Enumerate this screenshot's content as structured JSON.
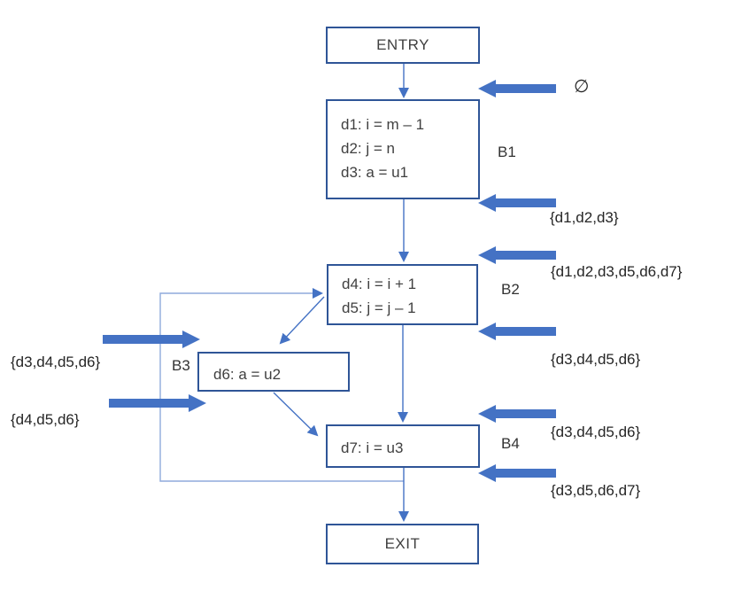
{
  "nodes": {
    "entry": {
      "label": "ENTRY"
    },
    "b1": {
      "name": "B1",
      "lines": [
        "d1: i = m – 1",
        "d2: j = n",
        "d3: a = u1"
      ]
    },
    "b2": {
      "name": "B2",
      "lines": [
        "d4: i = i + 1",
        "d5: j = j – 1"
      ]
    },
    "b3": {
      "name": "B3",
      "lines": [
        "d6: a = u2"
      ]
    },
    "b4": {
      "name": "B4",
      "lines": [
        "d7: i = u3"
      ]
    },
    "exit": {
      "label": "EXIT"
    }
  },
  "set_labels": {
    "b1_top": "∅",
    "b1_bottom": "{d1,d2,d3}",
    "b2_top": "{d1,d2,d3,d5,d6,d7}",
    "b2_bottom": "{d3,d4,d5,d6}",
    "b3_top": "{d3,d4,d5,d6}",
    "b3_bottom": "{d4,d5,d6}",
    "b4_top": "{d3,d4,d5,d6}",
    "b4_bottom": "{d3,d5,d6,d7}"
  },
  "colors": {
    "box_border": "#2F5597",
    "connector": "#4472C4",
    "loop_edge": "#8FAADC",
    "block_arrow": "#4472C4",
    "node_text": "#404040",
    "label_text": "#262626",
    "background": "#FFFFFF"
  }
}
